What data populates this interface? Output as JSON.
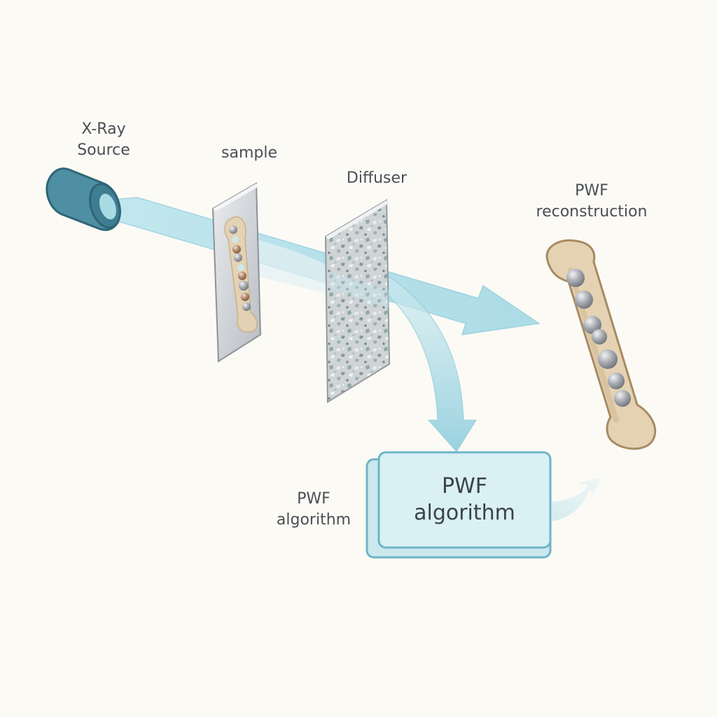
{
  "labels": {
    "xray_source": [
      "X-Ray",
      "Source"
    ],
    "sample": "sample",
    "diffuser": "Diffuser",
    "reconstruction": [
      "PWF",
      "reconstruction"
    ],
    "algorithm_side": [
      "PWF",
      "algorithm"
    ],
    "algorithm_box": [
      "PWF",
      "algorithm"
    ]
  },
  "colors": {
    "background": "#fcfaf5",
    "source_body": "#4e8fa3",
    "beam": "#a8dbe6",
    "box_fill": "#d9f0f5",
    "box_border": "#6fb4c6",
    "bone": "#e5d2b3",
    "bead": "#9a9ea4",
    "text": "#4a4f55"
  }
}
